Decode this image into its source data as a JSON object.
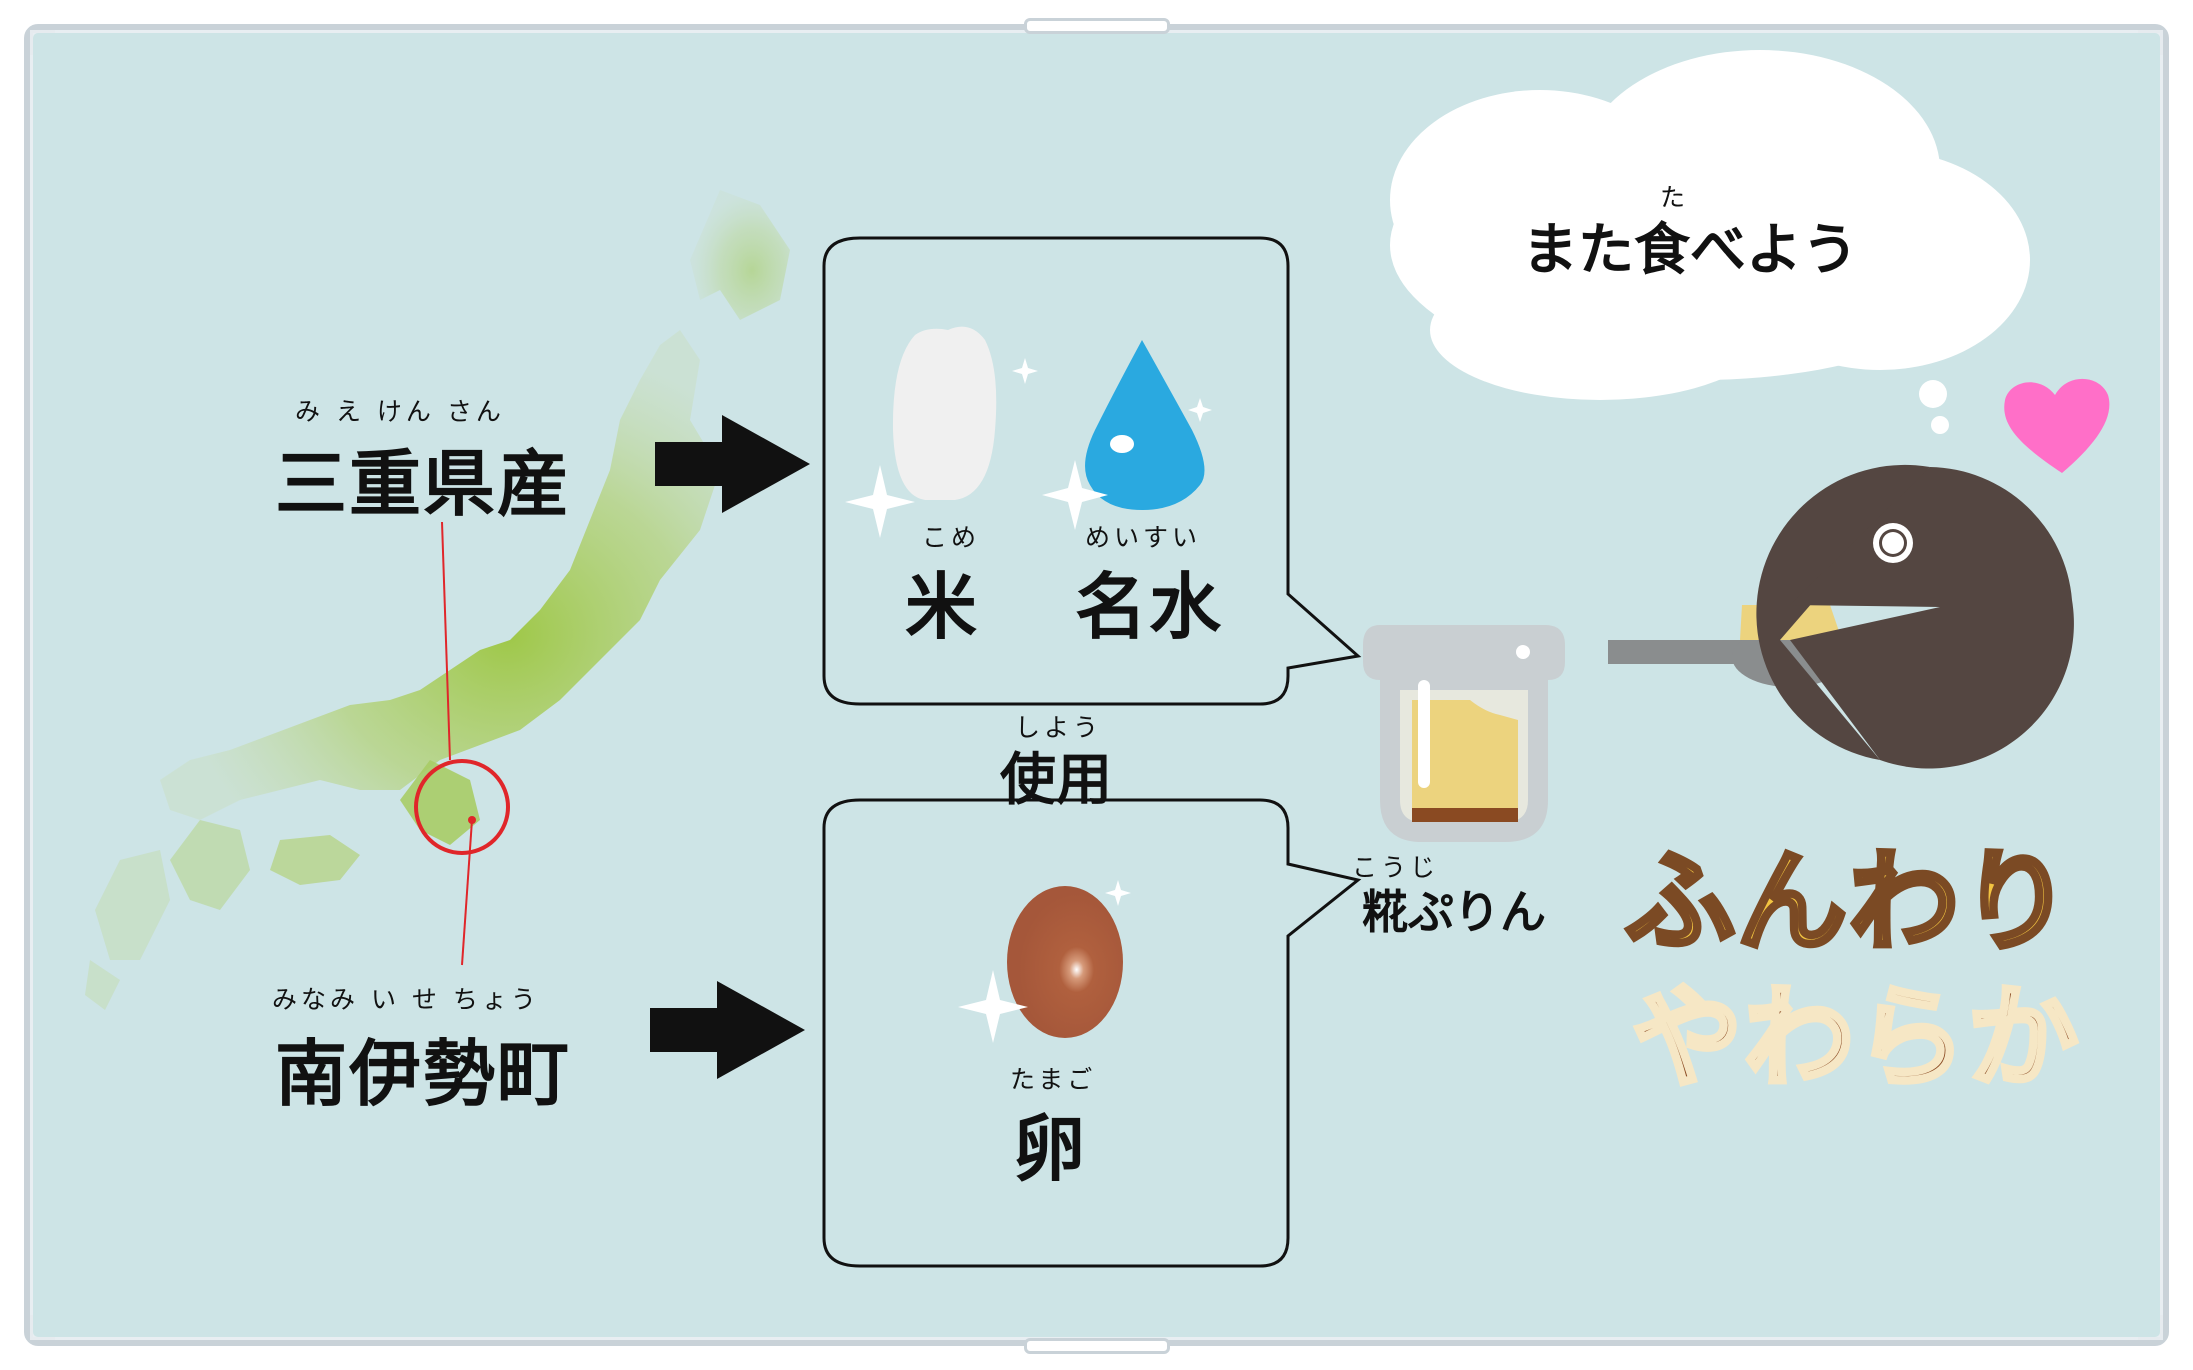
{
  "left_labels": {
    "prefecture": {
      "ruby": "み え けん さん",
      "text": "三重県産"
    },
    "town": {
      "ruby": "みなみ い せ ちょう",
      "text": "南伊勢町"
    }
  },
  "ingredients": {
    "rice": {
      "ruby": "こめ",
      "text": "米"
    },
    "water": {
      "ruby": "めいすい",
      "text": "名水"
    },
    "egg": {
      "ruby": "たまご",
      "text": "卵"
    }
  },
  "usage": {
    "ruby": "しよう",
    "text": "使用"
  },
  "product": {
    "ruby": "こうじ",
    "text": "糀ぷりん"
  },
  "thought": {
    "ruby": "た",
    "text": "また食べよう"
  },
  "slogan": {
    "line1": "ふんわり",
    "line2": "やわらか"
  },
  "colors": {
    "background": "#cde4e6",
    "map_green": "#9cc63f",
    "marker_red": "#e0262a",
    "water_blue": "#2aa9e0",
    "egg_brown": "#b0603e",
    "character": "#544641",
    "heart": "#ff6fc8",
    "slogan_yellow": "#f2c441",
    "slogan_brown": "#8a4a22"
  }
}
